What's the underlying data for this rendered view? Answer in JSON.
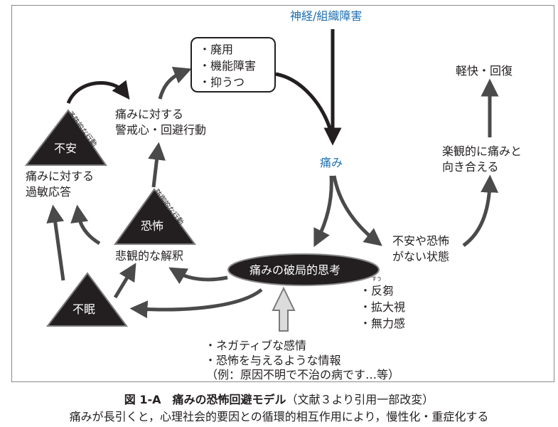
{
  "diagram": {
    "top_source": "神経/組織障害",
    "pain": "痛み",
    "outcome_box": [
      "・廃用",
      "・機能障害",
      "・抑うつ"
    ],
    "vigilance": [
      "痛みに対する",
      "警戒心・回避行動"
    ],
    "anxiety_triangle": "不安",
    "anxiety_side": "予防的な行動",
    "hypersensitivity": [
      "痛みに対する",
      "過敏応答"
    ],
    "fear_triangle": "恐怖",
    "fear_side": "防御的な行動",
    "pessimistic": "悲観的な解釈",
    "insomnia_triangle": "不眠",
    "catastrophizing": "痛みの破局的思考",
    "catastrophizing_items": [
      "・反芻",
      "・拡大視",
      "・無力感"
    ],
    "rumination_ruby": "すう",
    "influences": [
      "・ネガティブな感情",
      "・恐怖を与えるような情報",
      "（例：原因不明で不治の病です…等）"
    ],
    "no_fear": [
      "不安や恐怖",
      "がない状態"
    ],
    "optimistic": [
      "楽観的に痛みと",
      "向き合える"
    ],
    "recovery": "軽快・回復"
  },
  "caption": {
    "title": "図 1-A　痛みの恐怖回避モデル",
    "source": "（文献３より引用一部改変）",
    "description": "痛みが長引くと，心理社会的要因との循環的相互作用により，慢性化・重症化する"
  },
  "colors": {
    "blue_text": "#1d6fb0",
    "dark_fill": "#231f20",
    "arrow_gray": "#4a4a4a",
    "input_arrow_fill": "#dcdcdc"
  }
}
